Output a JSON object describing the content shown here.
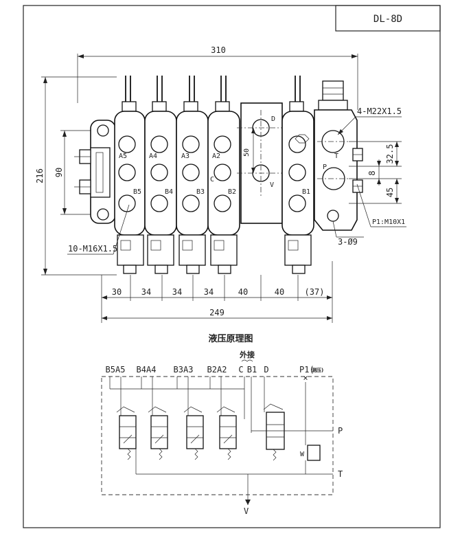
{
  "title_block": {
    "model": "DL-8D"
  },
  "drawing": {
    "dimensions": {
      "overall_length": "310",
      "height": "216",
      "mount_spacing": "90",
      "port_spacing": "50",
      "inlet_dim_a": "32.5",
      "inlet_dim_b": "8",
      "inlet_dim_c": "45",
      "bottom_segments": [
        "30",
        "34",
        "34",
        "34",
        "40",
        "40",
        "(37)"
      ],
      "bottom_total": "249"
    },
    "callouts": {
      "thread_ports": "4-M22X1.5",
      "work_ports": "10-M16X1.5",
      "mount_holes": "3-Ø9",
      "pressure_port": "P1:M10X1"
    },
    "section_labels": [
      {
        "top": "A5",
        "bottom": "B5"
      },
      {
        "top": "A4",
        "bottom": "B4"
      },
      {
        "top": "A3",
        "bottom": "B3"
      },
      {
        "top": "A2",
        "bottom": "B2"
      }
    ],
    "mid_labels": {
      "d": "D",
      "v": "V",
      "c": "C",
      "b1": "B1",
      "t": "T",
      "p": "P"
    }
  },
  "schematic": {
    "title": "液压原理图",
    "external_label": "外接",
    "port_labels": [
      "B5A5",
      "B4A4",
      "B3A3",
      "B2A2",
      "C",
      "B1",
      "D"
    ],
    "p1_label": "P1(",
    "p1_note": "测压)",
    "p": "P",
    "t": "T",
    "v": "V",
    "w": "W"
  }
}
